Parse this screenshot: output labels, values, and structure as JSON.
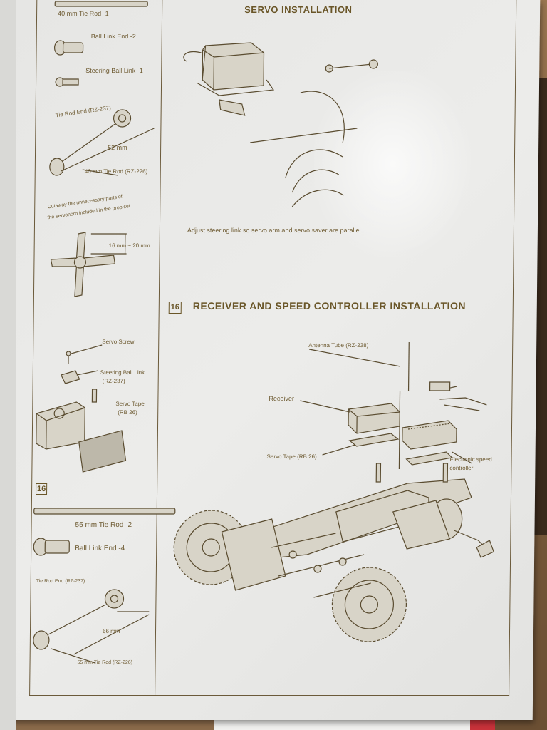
{
  "left_column": {
    "tie_rod_1": "40 mm Tie Rod -1",
    "ball_link_end_2": "Ball Link End -2",
    "steering_ball_link_1": "Steering Ball Link -1",
    "tie_rod_end_a": "Tie Rod End (RZ-237)",
    "dim_52": "52 mm",
    "tie_rod_40": "40 mm Tie Rod (RZ-226)",
    "cutaway_note_1": "Cutaway the unnecessary parts of",
    "cutaway_note_2": "the servohorn included in the prop set.",
    "dim_16_20": "16 mm ~ 20 mm",
    "servo_screw": "Servo Screw",
    "steering_ball_link": "Steering Ball Link",
    "rz_237": "(RZ-237)",
    "servo_tape": "Servo Tape",
    "rb_26": "(RB 26)",
    "step_16": "16",
    "tie_rod_55_2": "55 mm Tie Rod -2",
    "ball_link_end_4": "Ball Link End -4",
    "tie_rod_end_b": "Tie Rod End (RZ-237)",
    "dim_66": "66 mm",
    "tie_rod_55": "55 mm Tie Rod (RZ-226)"
  },
  "top_section": {
    "title": "SERVO INSTALLATION",
    "caption": "Adjust steering link so servo arm and servo saver are parallel."
  },
  "receiver_section": {
    "step_number": "16",
    "title": "RECEIVER AND SPEED CONTROLLER INSTALLATION",
    "antenna_tube": "Antenna Tube (RZ-238)",
    "receiver": "Receiver",
    "servo_tape": "Servo Tape (RB 26)",
    "esc_1": "Electronic speed",
    "esc_2": "controller"
  },
  "colors": {
    "ink": "#6a5628",
    "paper": "#e8e8e6"
  }
}
